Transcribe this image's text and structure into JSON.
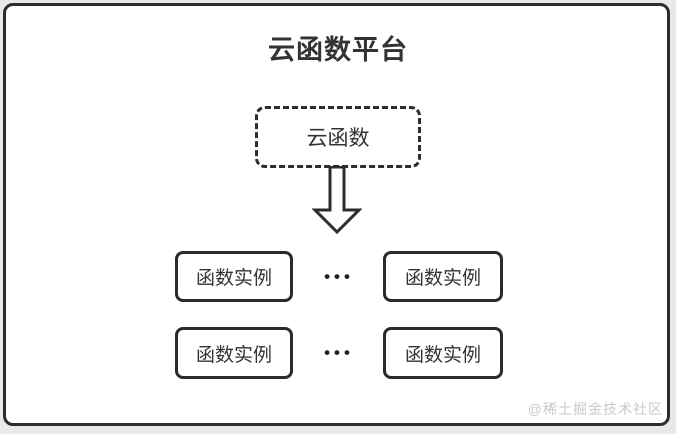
{
  "diagram": {
    "title": "云函数平台",
    "cloud_function": {
      "label": "云函数"
    },
    "arrow": {
      "direction": "down",
      "style": "hollow-block-arrow"
    },
    "instances": {
      "rows": [
        {
          "left_label": "函数实例",
          "separator": "•••",
          "right_label": "函数实例"
        },
        {
          "left_label": "函数实例",
          "separator": "•••",
          "right_label": "函数实例"
        }
      ]
    }
  },
  "watermark": "@稀土掘金技术社区",
  "colors": {
    "page_bg": "#e9e9e9",
    "card_bg": "#ffffff",
    "border": "#2d2d2d",
    "text": "#333333",
    "watermark": "#c9c9c9"
  }
}
